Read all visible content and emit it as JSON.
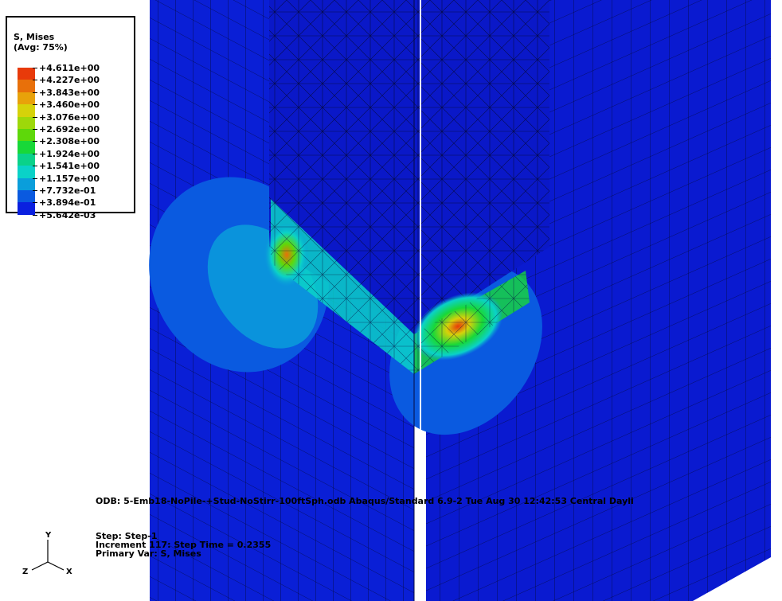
{
  "legend": {
    "title": "S, Mises",
    "subtitle": "(Avg: 75%)",
    "values": [
      "+4.611e+00",
      "+4.227e+00",
      "+3.843e+00",
      "+3.460e+00",
      "+3.076e+00",
      "+2.692e+00",
      "+2.308e+00",
      "+1.924e+00",
      "+1.541e+00",
      "+1.157e+00",
      "+7.732e-01",
      "+3.894e-01",
      "+5.642e-03"
    ],
    "colors": [
      "#e83a0a",
      "#e8700a",
      "#e8a20a",
      "#d6d20a",
      "#9ed80a",
      "#5ed80a",
      "#18d838",
      "#0ad28a",
      "#0ad2c8",
      "#0a9edb",
      "#0a5ae0",
      "#0a20e0"
    ]
  },
  "info": {
    "odb_line": "ODB: 5-Emb18-NoPile-+Stud-NoStirr-100ftSph.odb    Abaqus/Standard 6.9-2    Tue Aug 30 12:42:53 Central Dayli",
    "step": "Step: Step-1",
    "increment": "Increment    117: Step Time =    0.2355",
    "primary_var": "Primary Var: S, Mises"
  },
  "triad": {
    "x_label": "X",
    "y_label": "Y",
    "z_label": "Z"
  },
  "colors": {
    "background": "#ffffff",
    "model_base": "#0a1fd6",
    "model_dark": "#0a14b8",
    "mesh": "#050a40"
  }
}
